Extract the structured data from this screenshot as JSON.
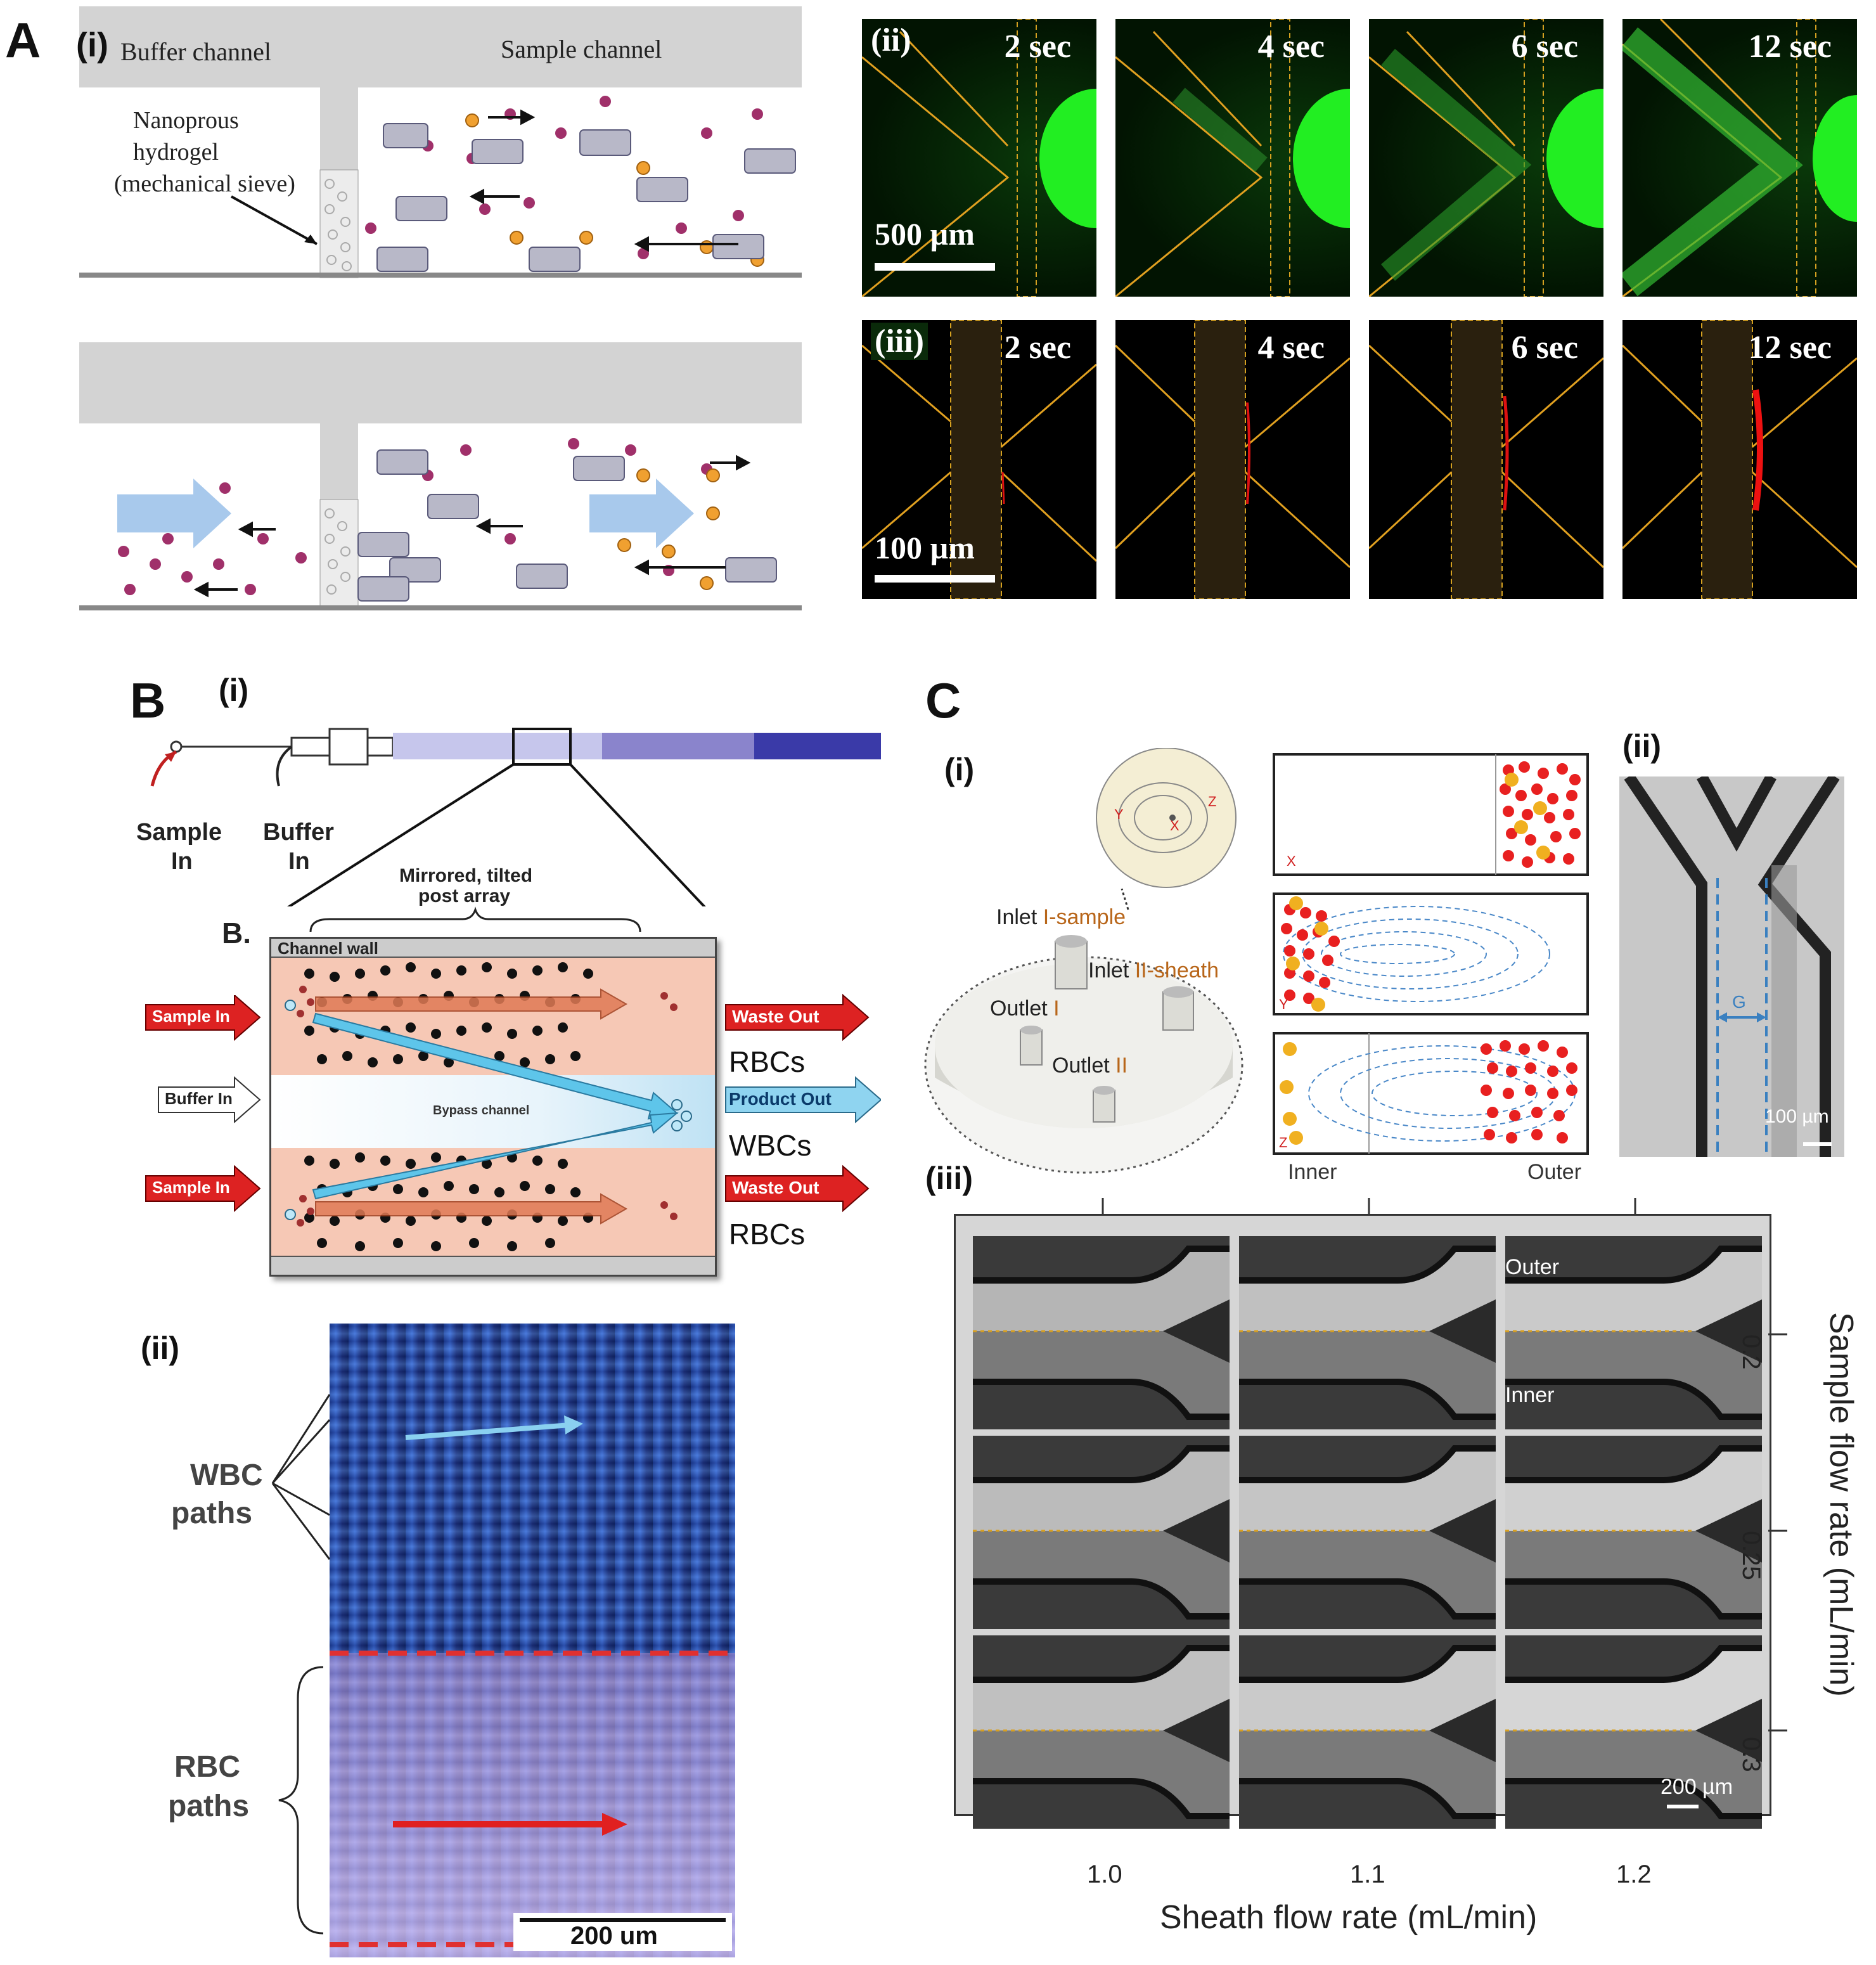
{
  "panelA": {
    "letter": "A",
    "sub_i": "(i)",
    "buffer_channel": "Buffer channel",
    "sample_channel": "Sample channel",
    "hydrogel_line1": "Nanoprous",
    "hydrogel_line2": "hydrogel",
    "hydrogel_line3": "(mechanical sieve)",
    "sub_ii": "(ii)",
    "sub_iii": "(iii)",
    "times": [
      "2 sec",
      "4 sec",
      "6 sec",
      "12 sec"
    ],
    "scale_ii": "500 µm",
    "scale_iii": "100 µm"
  },
  "panelB": {
    "letter": "B",
    "sub_i": "(i)",
    "sample_in_1": "Sample",
    "sample_in_2": "In",
    "buffer_in_1": "Buffer",
    "buffer_in_2": "In",
    "post_array_1": "Mirrored, tilted",
    "post_array_2": "post array",
    "inset_label": "B.",
    "channel_wall": "Channel wall",
    "bypass": "Bypass channel",
    "left_top": "Sample In",
    "left_mid": "Buffer In",
    "left_bot": "Sample In",
    "right_top": "Waste Out",
    "right_mid": "Product Out",
    "right_bot": "Waste Out",
    "rbc_top": "RBCs",
    "wbc": "WBCs",
    "rbc_bot": "RBCs",
    "sub_ii": "(ii)",
    "wbc_paths_1": "WBC",
    "wbc_paths_2": "paths",
    "rbc_paths_1": "RBC",
    "rbc_paths_2": "paths",
    "scale": "200 um"
  },
  "panelC": {
    "letter": "C",
    "sub_i": "(i)",
    "sub_ii": "(ii)",
    "sub_iii": "(iii)",
    "inlet1_a": "Inlet ",
    "inlet1_b": "I-sample",
    "inlet2_a": "Inlet ",
    "inlet2_b": "II-sheath",
    "outlet1_a": "Outlet ",
    "outlet1_b": "I",
    "outlet2_a": "Outlet ",
    "outlet2_b": "II",
    "chip_y": "Y",
    "chip_x": "X",
    "chip_z": "Z",
    "sec_x": "X",
    "sec_y": "Y",
    "sec_z": "Z",
    "inner": "Inner",
    "outer": "Outer",
    "g_label": "G",
    "scale_ii": "100 µm",
    "grid_outer": "Outer",
    "grid_inner": "Inner",
    "grid_scale": "200 µm",
    "x_ticks": [
      "1.0",
      "1.1",
      "1.2"
    ],
    "x_label": "Sheath flow rate (mL/min)",
    "y_ticks": [
      "0.2",
      "0.25",
      "0.3"
    ],
    "y_label": "Sample flow rate (mL/min)"
  }
}
